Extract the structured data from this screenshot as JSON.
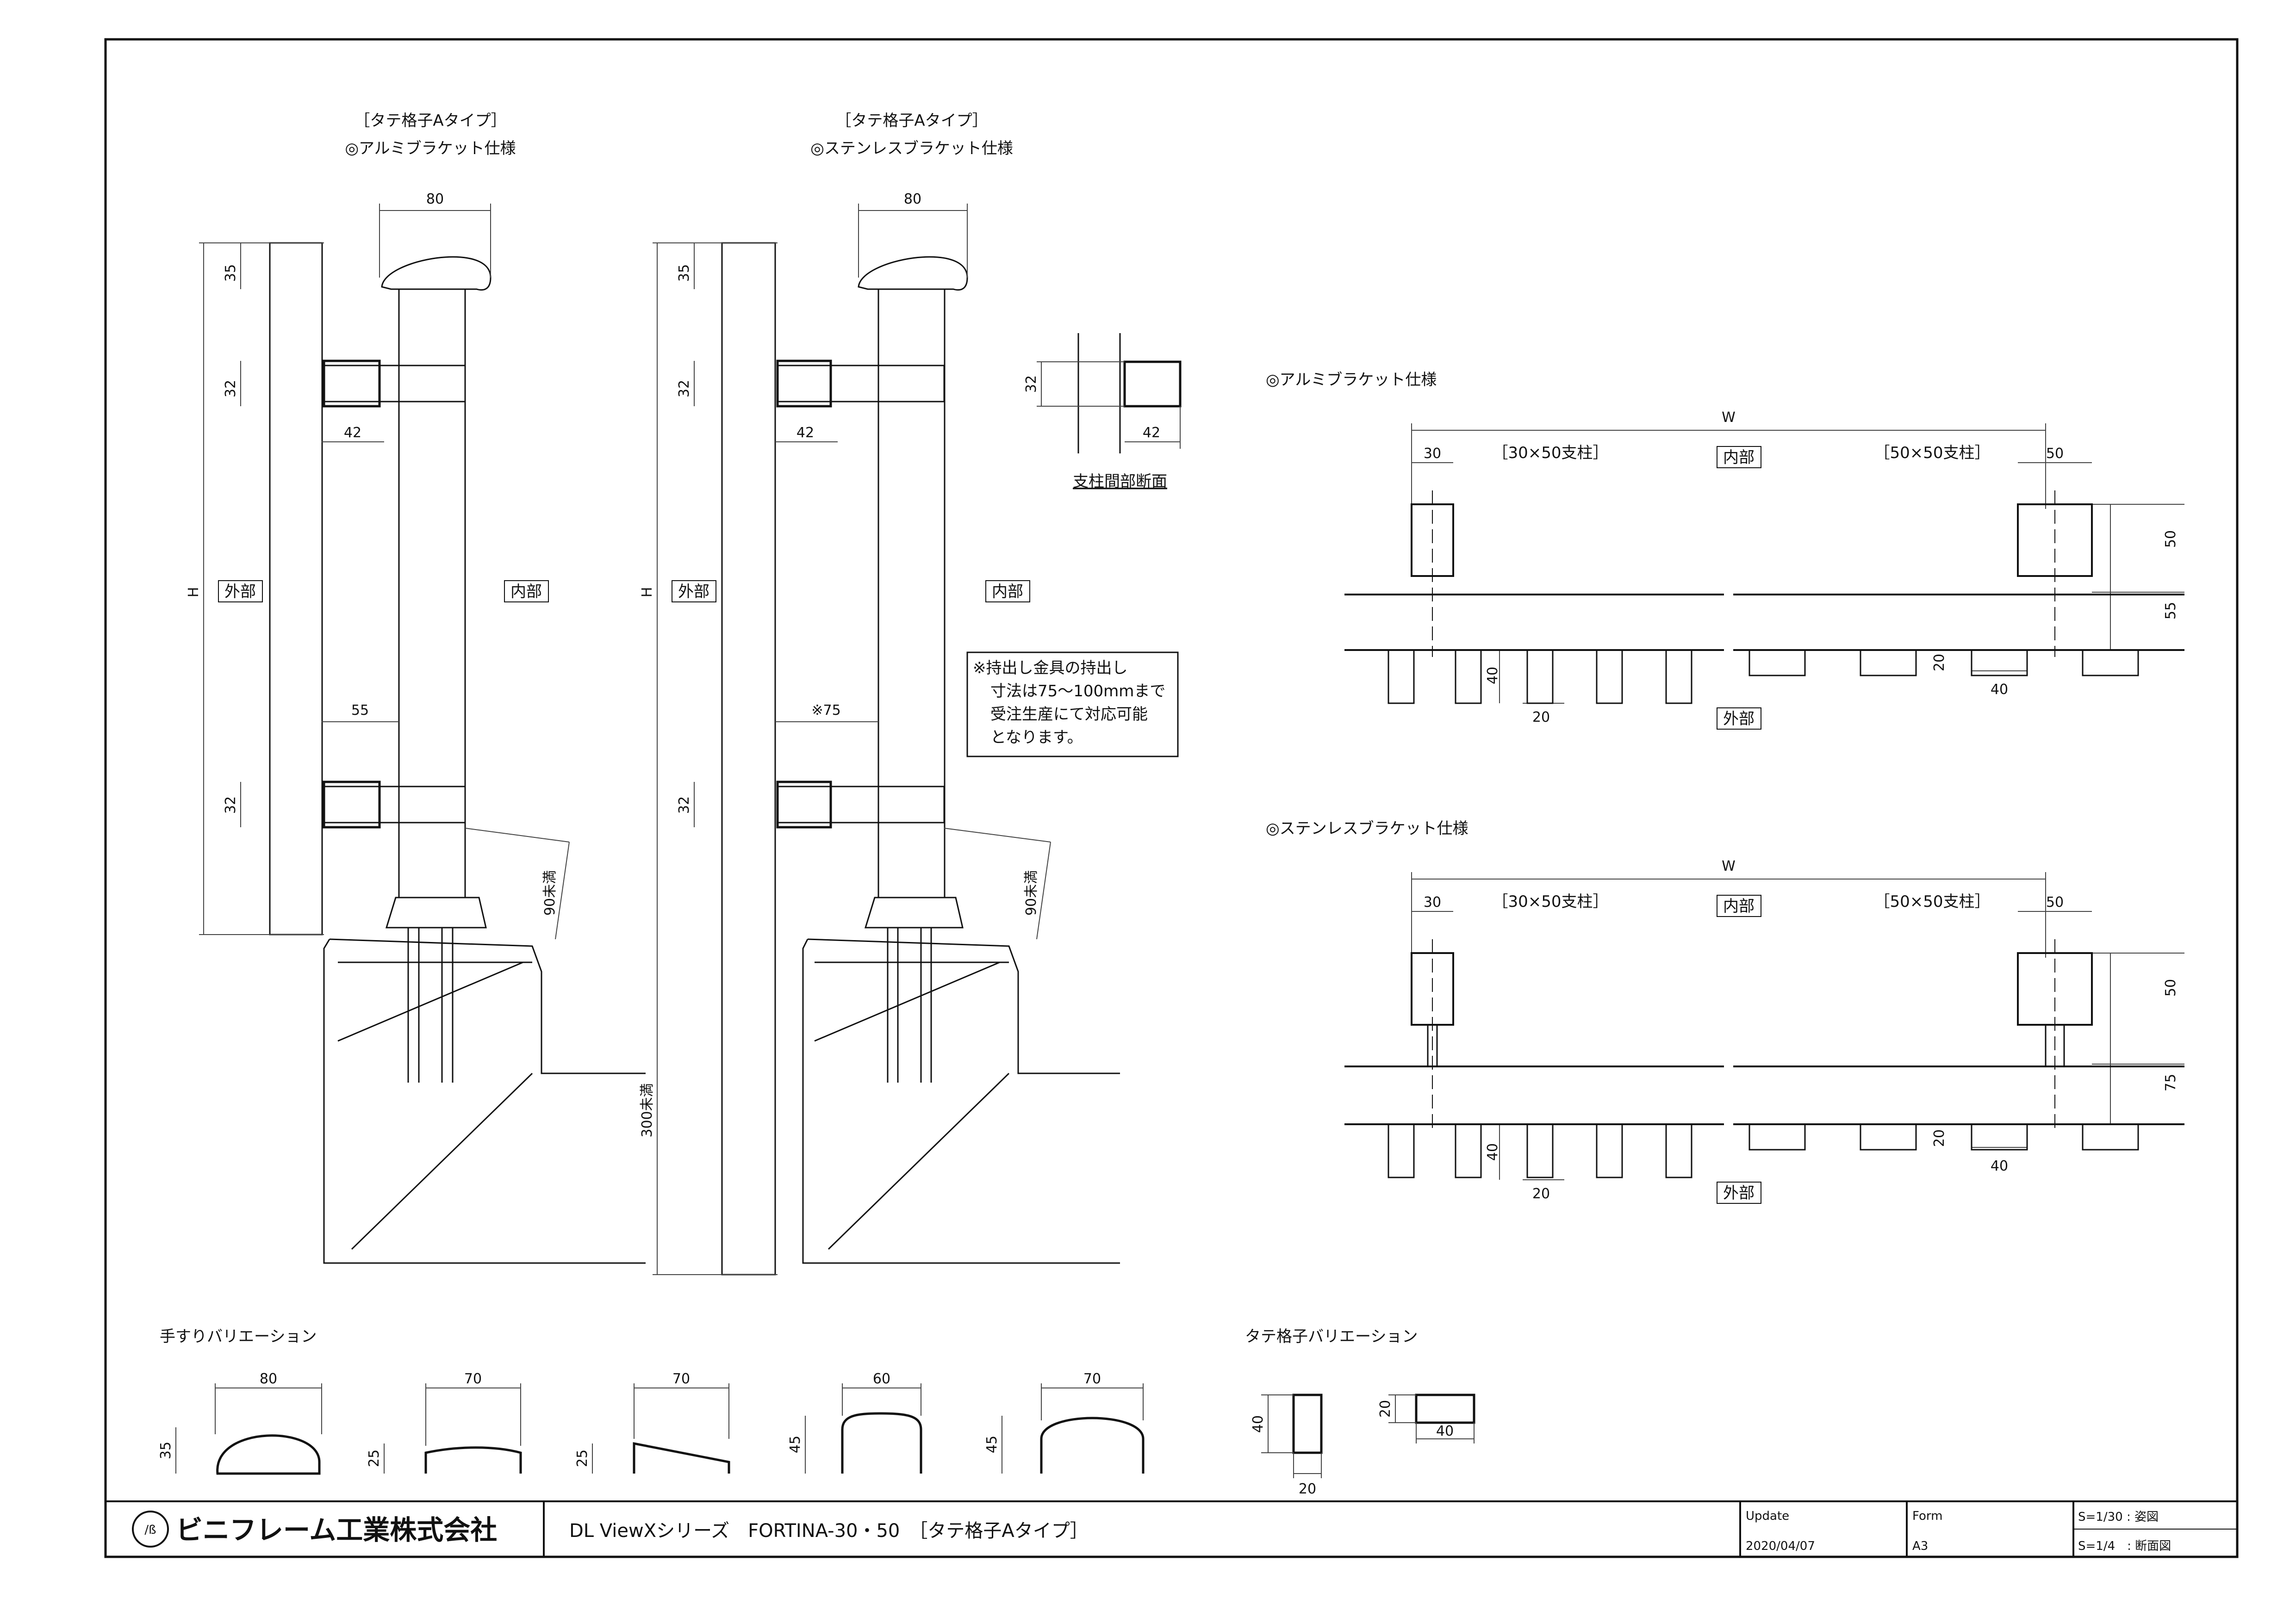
{
  "side_views": {
    "alu": {
      "title1": "［タテ格子Aタイプ］",
      "title2": "◎アルミブラケット仕様",
      "dim_top": "80",
      "dim_cap": "35",
      "dim_br_top": "32",
      "dim_br_depth": "42",
      "dim_mid": "55",
      "dim_br_bot": "32",
      "dim_h": "H",
      "dim_slope": "90未満",
      "label_out": "外部",
      "label_in": "内部"
    },
    "sus": {
      "title1": "［タテ格子Aタイプ］",
      "title2": "◎ステンレスブラケット仕様",
      "dim_top": "80",
      "dim_cap": "35",
      "dim_br_top": "32",
      "dim_br_depth": "42",
      "dim_mid": "※75",
      "dim_br_bot": "32",
      "dim_h": "H",
      "dim_slope": "90未満",
      "dim_bottom": "300未満",
      "label_out": "外部",
      "label_in": "内部"
    }
  },
  "section": {
    "dim_h": "32",
    "dim_w": "42",
    "caption": "支柱間部断面"
  },
  "note": {
    "lines": [
      "※持出し金具の持出し",
      "寸法は75～100mmまで",
      "受注生産にて対応可能",
      "となります。"
    ]
  },
  "plan_alu": {
    "title": "◎アルミブラケット仕様",
    "dim_w": "W",
    "dim_left": "30",
    "label_left": "［30×50支柱］",
    "label_in": "内部",
    "label_right": "［50×50支柱］",
    "dim_right": "50",
    "dim_v1": "50",
    "dim_v2": "55",
    "dim_bar_h": "40",
    "dim_bar_w": "20",
    "dim_bar2_h": "20",
    "dim_bar2_w": "40",
    "label_out": "外部"
  },
  "plan_sus": {
    "title": "◎ステンレスブラケット仕様",
    "dim_w": "W",
    "dim_left": "30",
    "label_left": "［30×50支柱］",
    "label_in": "内部",
    "label_right": "［50×50支柱］",
    "dim_right": "50",
    "dim_v1": "50",
    "dim_v2": "75",
    "dim_bar_h": "40",
    "dim_bar_w": "20",
    "dim_bar2_h": "20",
    "dim_bar2_w": "40",
    "label_out": "外部"
  },
  "handrail": {
    "title": "手すりバリエーション",
    "items": [
      {
        "w": "80",
        "h": "35"
      },
      {
        "w": "70",
        "h": "25"
      },
      {
        "w": "70",
        "h": "25"
      },
      {
        "w": "60",
        "h": "45"
      },
      {
        "w": "70",
        "h": "45"
      }
    ]
  },
  "lattice": {
    "title": "タテ格子バリエーション",
    "items": [
      {
        "h": "40",
        "w": "20"
      },
      {
        "h": "20",
        "w": "40"
      }
    ]
  },
  "title_block": {
    "company": "ビニフレーム工業株式会社",
    "drawing_title": "DL ViewXシリーズ　FORTINA-30・50　［タテ格子Aタイプ］",
    "update_label": "Update",
    "update_date": "2020/04/07",
    "form_label": "Form",
    "form_value": "A3",
    "scale1": "S=1/30 : 姿図",
    "scale2": "S=1/4　: 断面図"
  },
  "colors": {
    "line": "#111111",
    "paper": "#ffffff",
    "light": "#9a9a9a"
  }
}
